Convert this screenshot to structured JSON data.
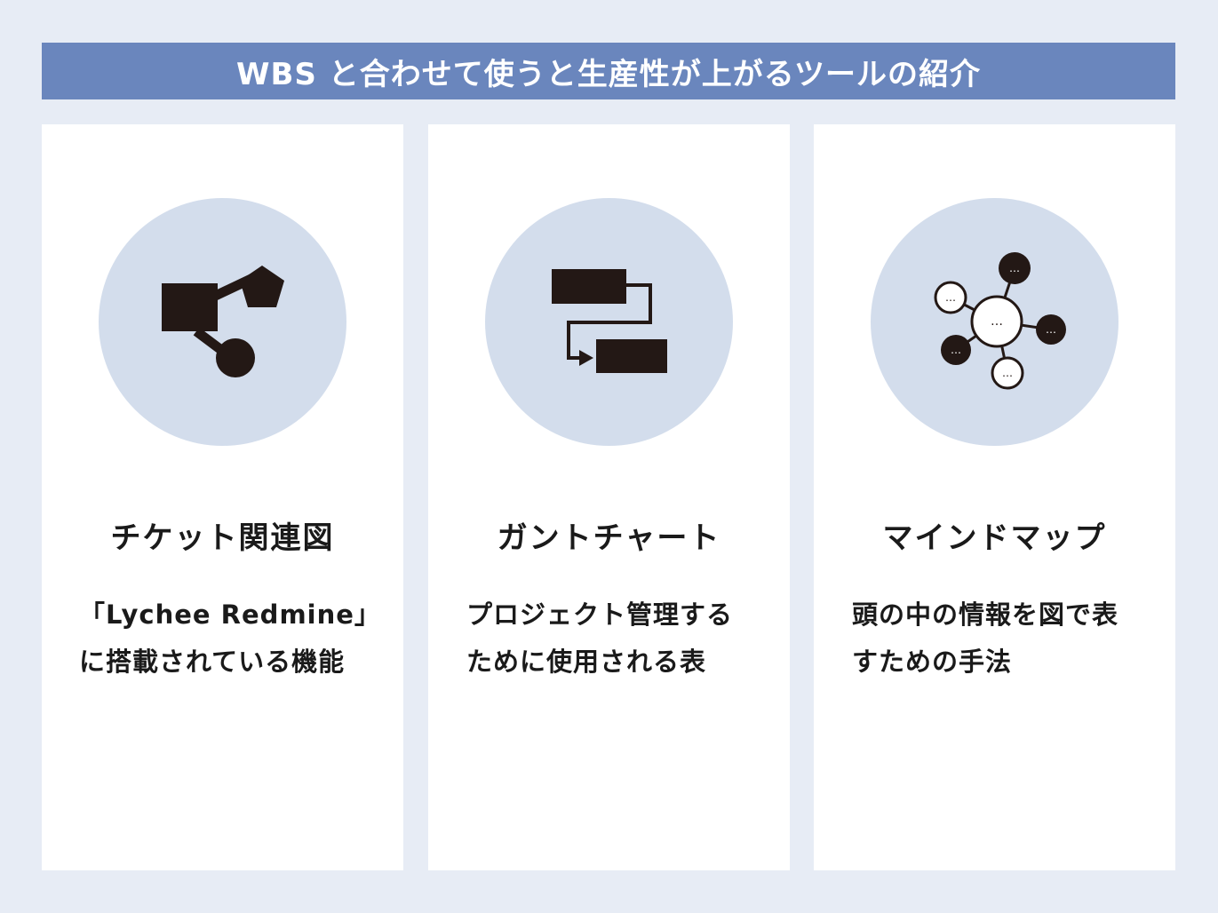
{
  "title": "WBS と合わせて使うと生産性が上がるツールの紹介",
  "cards": [
    {
      "icon": "ticket-relation-icon",
      "title": "チケット関連図",
      "desc_lines": [
        "「Lychee Redmine」",
        "に搭載されている機能"
      ]
    },
    {
      "icon": "gantt-chart-icon",
      "title": "ガントチャート",
      "desc_lines": [
        "プロジェクト管理する",
        "ために使用される表"
      ]
    },
    {
      "icon": "mind-map-icon",
      "title": "マインドマップ",
      "desc_lines": [
        "頭の中の情報を図で表",
        "すための手法"
      ]
    }
  ],
  "node_label": "…",
  "colors": {
    "page_bg": "#e7ecf5",
    "title_bar": "#6a86bd",
    "circle": "#d3ddec",
    "icon": "#231815"
  }
}
